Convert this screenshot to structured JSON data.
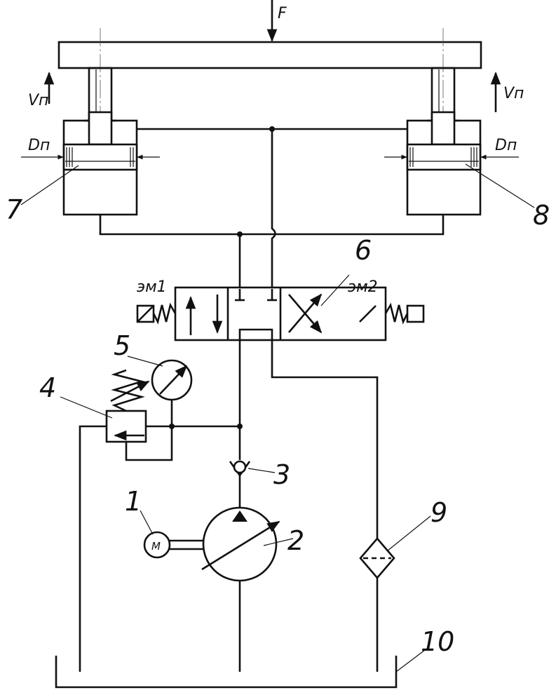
{
  "labels": {
    "force": "F",
    "vel_left": "Vп",
    "vel_right": "Vп",
    "dia_left": "Dп",
    "dia_right": "Dп",
    "motor": "М",
    "solenoid_left": "эм1",
    "solenoid_right": "эм2"
  },
  "components": {
    "n1": "1",
    "n2": "2",
    "n3": "3",
    "n4": "4",
    "n5": "5",
    "n6": "6",
    "n7": "7",
    "n8": "8",
    "n9": "9",
    "n10": "10"
  }
}
